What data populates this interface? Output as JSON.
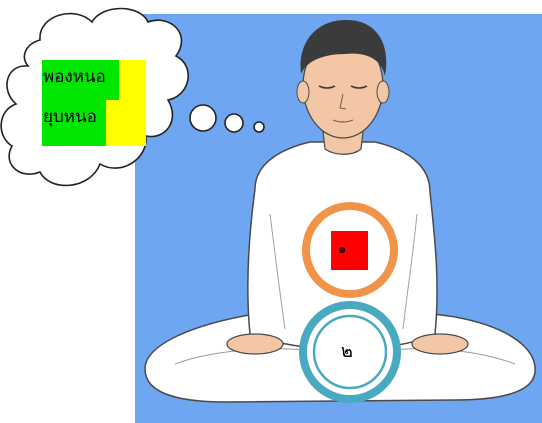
{
  "thought_bubble": {
    "line_1": "พองหนอ",
    "line_2": "ยุบหนอ"
  },
  "markers": {
    "point_1": "๑",
    "point_2": "๒"
  },
  "colors": {
    "background": "#6fa6f2",
    "robe": "#ffffff",
    "skin": "#f3c7a6",
    "hair": "#3b3b3b",
    "ring_1": "#f0944a",
    "ring_2": "#48a9c1",
    "highlight_green": "#00e600",
    "highlight_yellow": "#ffff00",
    "marker_red": "#ff0000"
  }
}
